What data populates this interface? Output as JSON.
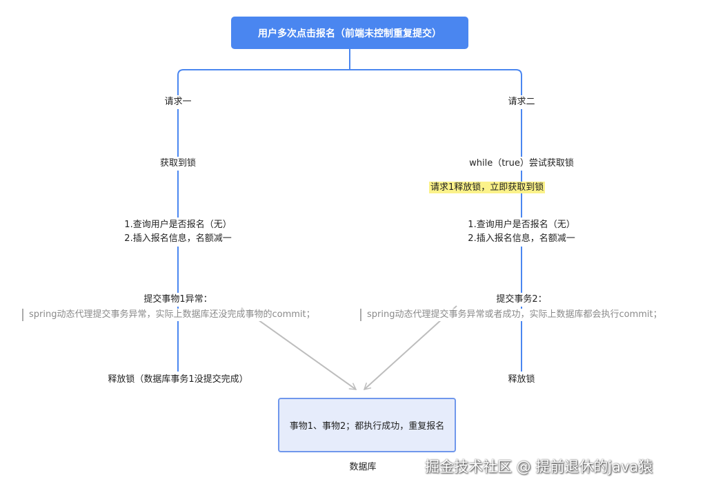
{
  "title": "用户多次点击报名（前端未控制重复提交）",
  "left": {
    "branch": "请求一",
    "lock": "获取到锁",
    "step1": "1.查询用户是否报名（无）",
    "step2": "2.插入报名信息，名额减一",
    "commit": "提交事物1异常：",
    "note": "spring动态代理提交事务异常，实际上数据库还没完成事物的commit；",
    "release": "释放锁（数据库事务1没提交完成）"
  },
  "right": {
    "branch": "请求二",
    "lock": "while（true）尝试获取锁",
    "highlight": "请求1释放锁，立即获取到锁",
    "step1": "1.查询用户是否报名（无）",
    "step2": "2.插入报名信息，名额减一",
    "commit": "提交事务2：",
    "note": "spring动态代理提交事务异常或者成功，实际上数据库都会执行commit；",
    "release": "释放锁"
  },
  "database": {
    "box": "事物1、事物2；都执行成功，重复报名",
    "label": "数据库"
  },
  "watermark": "掘金技术社区 @ 提前退休的java猿",
  "colors": {
    "primary": "#4a86f0",
    "connector": "#4a86f0",
    "arrow": "#bdbdbd",
    "db_fill": "#e6ecfb",
    "highlight": "#fbf28a"
  }
}
